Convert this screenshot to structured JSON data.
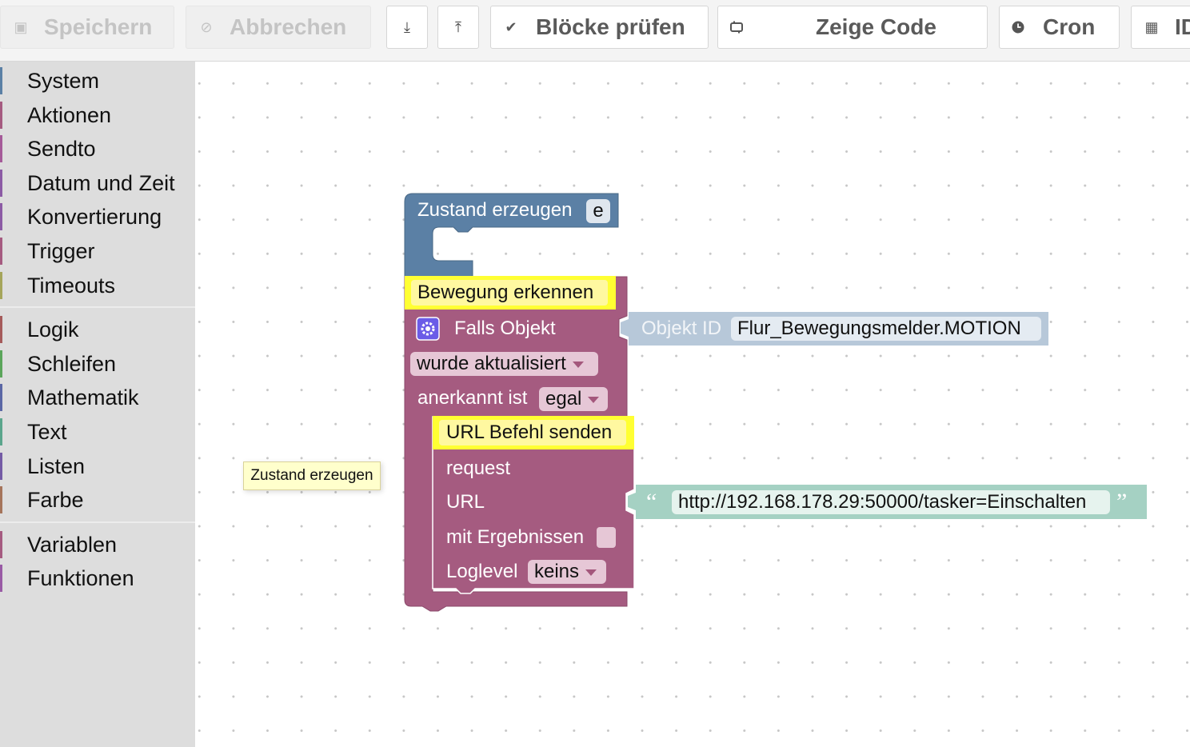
{
  "toolbar": {
    "save_label": "Speichern",
    "cancel_label": "Abbrechen",
    "download_icon": "download-icon",
    "upload_icon": "upload-icon",
    "check_label": "Blöcke prüfen",
    "code_label": "Zeige Code",
    "cron_label": "Cron",
    "id_label": "ID"
  },
  "sidebar": {
    "groups": [
      [
        {
          "label": "System",
          "color": "#5b80a5"
        },
        {
          "label": "Aktionen",
          "color": "#a55b80"
        },
        {
          "label": "Sendto",
          "color": "#a55b99"
        },
        {
          "label": "Datum und Zeit",
          "color": "#8c5ba5"
        },
        {
          "label": "Konvertierung",
          "color": "#8c5ba5"
        },
        {
          "label": "Trigger",
          "color": "#a55b80"
        },
        {
          "label": "Timeouts",
          "color": "#a5a55b"
        }
      ],
      [
        {
          "label": "Logik",
          "color": "#a55b5b"
        },
        {
          "label": "Schleifen",
          "color": "#5ba55b"
        },
        {
          "label": "Mathematik",
          "color": "#5b67a5"
        },
        {
          "label": "Text",
          "color": "#5ba58c"
        },
        {
          "label": "Listen",
          "color": "#745ba5"
        },
        {
          "label": "Farbe",
          "color": "#a5745b"
        }
      ],
      [
        {
          "label": "Variablen",
          "color": "#a55b80"
        },
        {
          "label": "Funktionen",
          "color": "#995ba5"
        }
      ]
    ]
  },
  "blocks": {
    "create_state": {
      "label": "Zustand erzeugen",
      "var": "e"
    },
    "comment1": "Bewegung erkennen",
    "trigger": {
      "label": "Falls Objekt",
      "mode": "wurde aktualisiert",
      "ack_label": "anerkannt ist",
      "ack_value": "egal"
    },
    "object_id": {
      "label": "Objekt ID",
      "value": "Flur_Bewegungsmelder.MOTION"
    },
    "comment2": "URL Befehl senden",
    "request": {
      "label": "request",
      "url_label": "URL",
      "results_label": "mit Ergebnissen",
      "loglevel_label": "Loglevel",
      "loglevel_value": "keins"
    },
    "url_string": {
      "open_quote": "“",
      "value": "http://192.168.178.29:50000/tasker=Einschalten",
      "close_quote": "”"
    }
  },
  "tooltip": "Zustand erzeugen",
  "colors": {
    "state_block": "#5b80a5",
    "trigger_block": "#a55b80",
    "objectid_block": "#b7c8d9",
    "string_block": "#a5d1c3",
    "comment": "#ffff33"
  }
}
